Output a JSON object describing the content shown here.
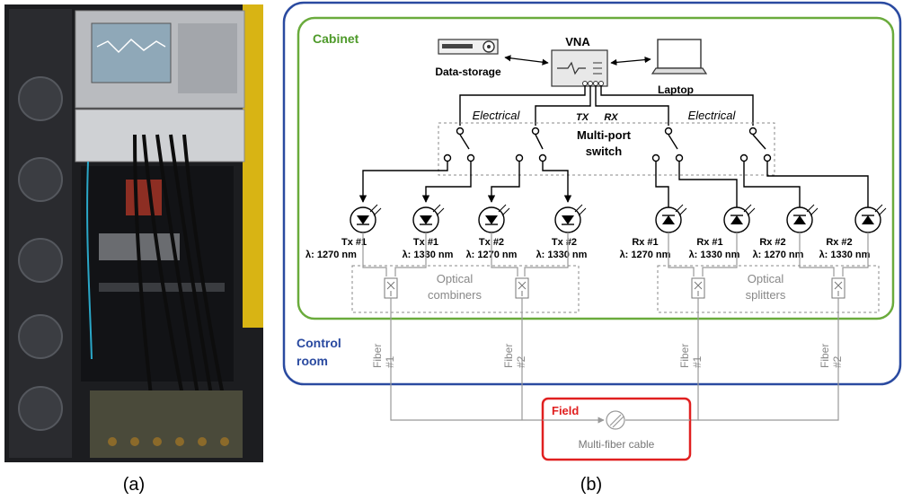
{
  "captions": {
    "a": "(a)",
    "b": "(b)"
  },
  "zones": {
    "cabinet": "Cabinet",
    "control_room": [
      "Control",
      "room"
    ],
    "field": "Field"
  },
  "devices": {
    "vna": "VNA",
    "data_storage": "Data-storage",
    "laptop": "Laptop",
    "tx": "TX",
    "rx": "RX",
    "electrical_left": "Electrical",
    "electrical_right": "Electrical",
    "switch": [
      "Multi-port",
      "switch"
    ],
    "cable": "Multi-fiber cable"
  },
  "transceivers": [
    {
      "name": "Tx #1",
      "wl": "λ: 1270 nm"
    },
    {
      "name": "Tx #1",
      "wl": "λ: 1330 nm"
    },
    {
      "name": "Tx #2",
      "wl": "λ: 1270 nm"
    },
    {
      "name": "Tx #2",
      "wl": "λ: 1330 nm"
    },
    {
      "name": "Rx #1",
      "wl": "λ: 1270 nm"
    },
    {
      "name": "Rx #1",
      "wl": "λ: 1330 nm"
    },
    {
      "name": "Rx #2",
      "wl": "λ: 1270 nm"
    },
    {
      "name": "Rx #2",
      "wl": "λ: 1330 nm"
    }
  ],
  "optics": {
    "combiners": [
      "Optical",
      "combiners"
    ],
    "splitters": [
      "Optical",
      "splitters"
    ]
  },
  "fibers": [
    {
      "label": "Fiber",
      "num": "#1"
    },
    {
      "label": "Fiber",
      "num": "#2"
    },
    {
      "label": "Fiber",
      "num": "#1"
    },
    {
      "label": "Fiber",
      "num": "#2"
    }
  ],
  "colors": {
    "cabinet_border": "#6aab3c",
    "cabinet_text": "#4e9a2a",
    "control_border": "#2a4aa0",
    "control_text": "#2a4aa0",
    "field_border": "#e02020",
    "field_text": "#e02020"
  }
}
